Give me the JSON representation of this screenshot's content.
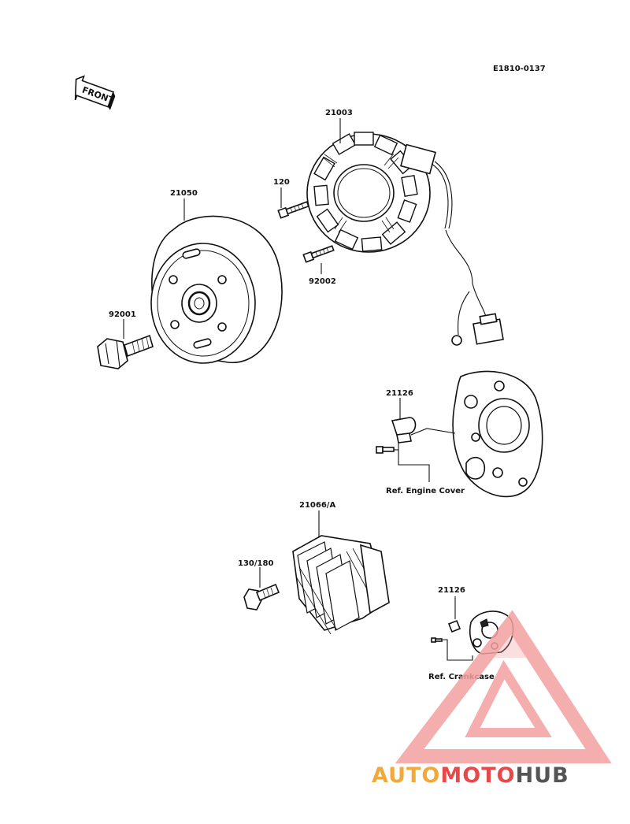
{
  "diagram_code": "E1810-0137",
  "front_arrow_label": "FRONT",
  "callouts": {
    "stator": "21003",
    "bolt_120": "120",
    "rotor": "21050",
    "bolt_92002": "92002",
    "rotor_bolt": "92001",
    "clamp_top": "21126",
    "ref_engine_cover": "Ref. Engine Cover",
    "regulator": "21066/A",
    "bolt_130_180": "130/180",
    "clamp_bottom": "21126",
    "ref_crankcase": "Ref. Crankcase"
  },
  "watermark": {
    "part1": "AUTO",
    "part2": "MOTO",
    "part3": "HUB",
    "color_orange": "#f2a93b",
    "color_red": "#e8484a",
    "color_gray": "#555555"
  }
}
